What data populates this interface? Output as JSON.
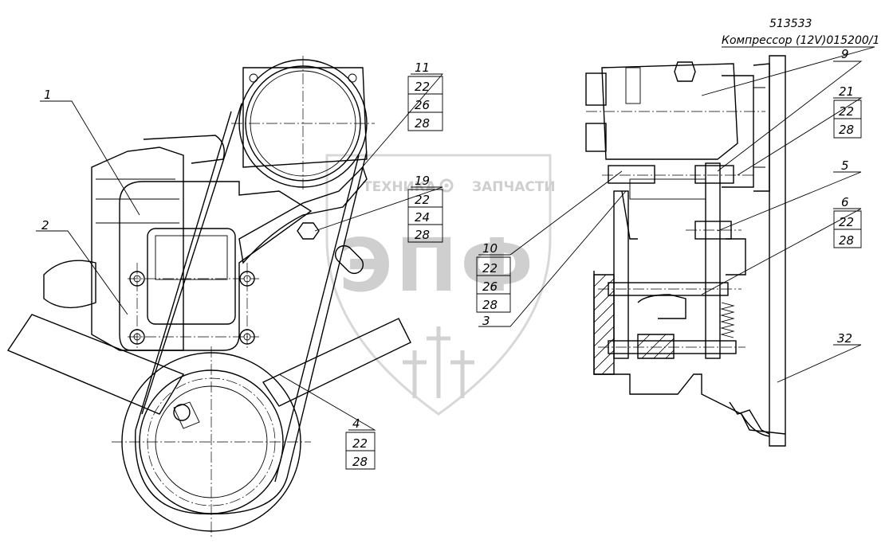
{
  "watermark": {
    "left_text": "ТЕХНИКА",
    "right_text": "ЗАПЧАСТИ",
    "logo_text": "ЭПФ",
    "gear_icon": "gear-icon"
  },
  "header": {
    "part_number": "513533",
    "part_name": "Компрессор (12V)015200/1"
  },
  "callouts": {
    "c1": "1",
    "c2": "2",
    "c3": "3",
    "c4": [
      "4",
      "22",
      "28"
    ],
    "c5": "5",
    "c6": [
      "6",
      "22",
      "28"
    ],
    "c9": "9",
    "c10": [
      "10",
      "22",
      "26",
      "28"
    ],
    "c11": [
      "11",
      "22",
      "26",
      "28"
    ],
    "c19": [
      "19",
      "22",
      "24",
      "28"
    ],
    "c21": [
      "21",
      "22",
      "28"
    ],
    "c32": "32"
  }
}
